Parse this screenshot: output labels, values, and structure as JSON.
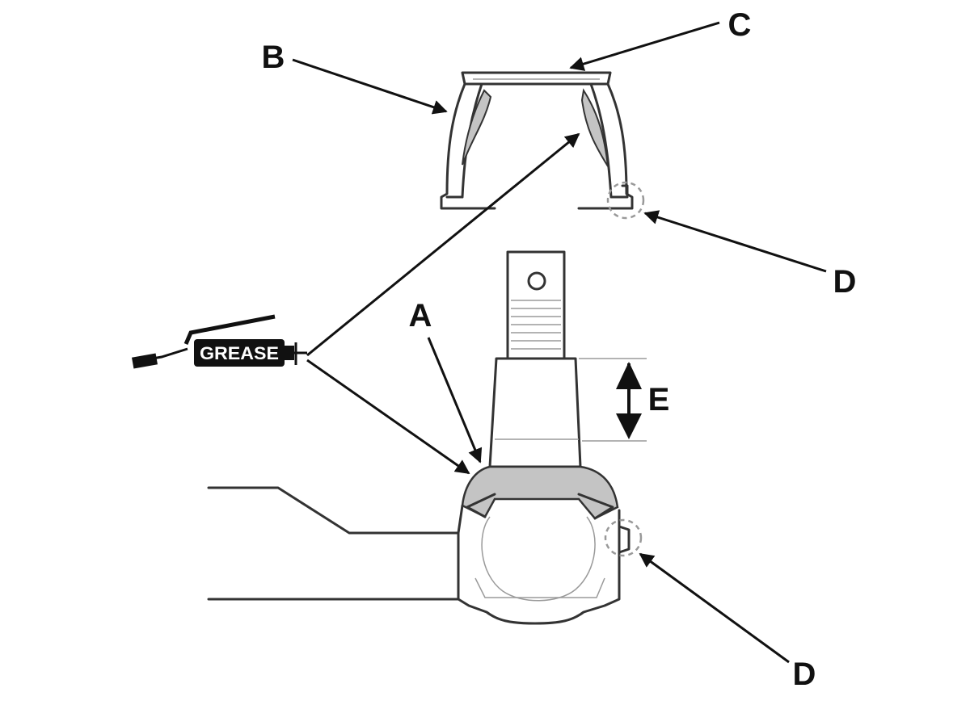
{
  "labels": {
    "a": "A",
    "b": "B",
    "c": "C",
    "d_top": "D",
    "d_bottom": "D",
    "e": "E"
  },
  "grease_gun": {
    "text": "GREASE"
  },
  "colors": {
    "grease_fill": "#c4c4c4",
    "outline": "#333333",
    "leader": "#111111"
  }
}
